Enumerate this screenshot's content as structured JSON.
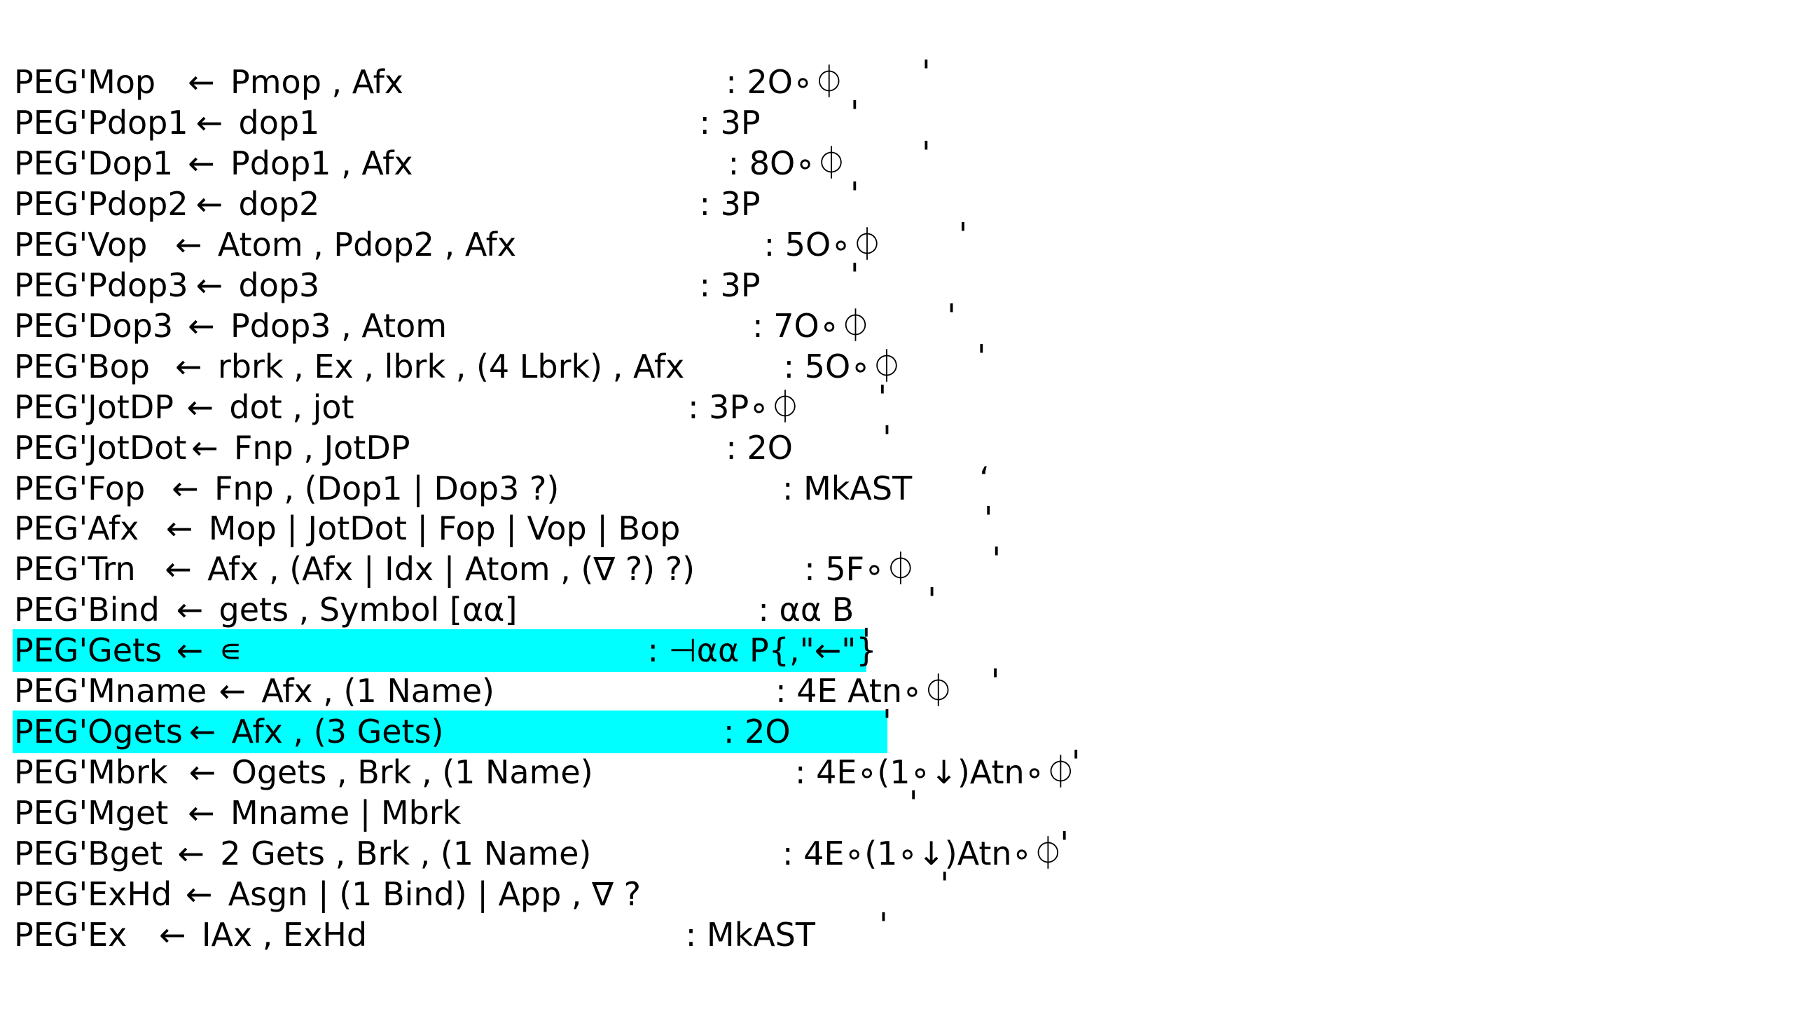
{
  "colors": {
    "background": "#ffffff",
    "text": "#000000",
    "highlight": "#00ffff"
  },
  "lines": [
    {
      "name": "PEG'Mop",
      "arrow": "←",
      "rhs": "Pmop , Afx",
      "action": ": 2O∘⏀",
      "tick": "'",
      "highlighted": false
    },
    {
      "name": "PEG'Pdop1",
      "arrow": "←",
      "rhs": "dop1",
      "action": ": 3P",
      "tick": "'",
      "highlighted": false
    },
    {
      "name": "PEG'Dop1",
      "arrow": "←",
      "rhs": "Pdop1 , Afx",
      "action": ": 8O∘⏀",
      "tick": "'",
      "highlighted": false
    },
    {
      "name": "PEG'Pdop2",
      "arrow": "←",
      "rhs": "dop2",
      "action": ": 3P",
      "tick": "'",
      "highlighted": false
    },
    {
      "name": "PEG'Vop",
      "arrow": "←",
      "rhs": "Atom , Pdop2 , Afx",
      "action": ": 5O∘⏀",
      "tick": "'",
      "highlighted": false
    },
    {
      "name": "PEG'Pdop3",
      "arrow": "←",
      "rhs": "dop3",
      "action": ": 3P",
      "tick": "'",
      "highlighted": false
    },
    {
      "name": "PEG'Dop3",
      "arrow": "←",
      "rhs": "Pdop3 , Atom",
      "action": ": 7O∘⏀",
      "tick": "'",
      "highlighted": false
    },
    {
      "name": "PEG'Bop",
      "arrow": "←",
      "rhs": "rbrk , Ex , lbrk , (4 Lbrk) , Afx",
      "action": ": 5O∘⏀",
      "tick": "'",
      "highlighted": false
    },
    {
      "name": "PEG'JotDP",
      "arrow": "←",
      "rhs": "dot , jot",
      "action": ": 3P∘⏀",
      "tick": "'",
      "highlighted": false
    },
    {
      "name": "PEG'JotDot",
      "arrow": "←",
      "rhs": "Fnp , JotDP",
      "action": ": 2O",
      "tick": "'",
      "highlighted": false
    },
    {
      "name": "PEG'Fop",
      "arrow": "←",
      "rhs": "Fnp , (Dop1 | Dop3 ?)",
      "action": ": MkAST",
      "tick": "‘",
      "highlighted": false
    },
    {
      "name": "PEG'Afx",
      "arrow": "←",
      "rhs": "Mop | JotDot | Fop | Vop | Bop",
      "action": "",
      "tick": "'",
      "highlighted": false
    },
    {
      "name": "PEG'Trn",
      "arrow": "←",
      "rhs": "Afx , (Afx | Idx | Atom , (∇ ?) ?)",
      "action": ": 5F∘⏀",
      "tick": "'",
      "highlighted": false
    },
    {
      "name": "PEG'Bind",
      "arrow": "←",
      "rhs": "gets , Symbol [αα]",
      "action": ": αα B",
      "tick": "'",
      "highlighted": false
    },
    {
      "name": "PEG'Gets",
      "arrow": "←",
      "rhs": "∊",
      "action": ": ⊣αα P{,\"←\"}",
      "tick": "'",
      "highlighted": true
    },
    {
      "name": "PEG'Mname",
      "arrow": "←",
      "rhs": "Afx , (1 Name)",
      "action": ": 4E Atn∘⏀",
      "tick": "'",
      "highlighted": false
    },
    {
      "name": "PEG'Ogets",
      "arrow": "←",
      "rhs": "Afx , (3 Gets)",
      "action": ": 2O",
      "tick": "'",
      "highlighted": true
    },
    {
      "name": "PEG'Mbrk",
      "arrow": "←",
      "rhs": "Ogets , Brk , (1 Name)",
      "action": ": 4E∘(1∘↓)Atn∘⏀",
      "tick": "'",
      "highlighted": false
    },
    {
      "name": "PEG'Mget",
      "arrow": "←",
      "rhs": "Mname | Mbrk",
      "action": "",
      "tick": "'",
      "highlighted": false
    },
    {
      "name": "PEG'Bget",
      "arrow": "←",
      "rhs": "2 Gets , Brk , (1 Name)",
      "action": ": 4E∘(1∘↓)Atn∘⏀",
      "tick": "'",
      "highlighted": false
    },
    {
      "name": "PEG'ExHd",
      "arrow": "←",
      "rhs": "Asgn | (1 Bind) | App , ∇ ?",
      "action": "",
      "tick": "'",
      "highlighted": false
    },
    {
      "name": "PEG'Ex",
      "arrow": "←",
      "rhs": "IAx , ExHd",
      "action": ": MkAST",
      "tick": "'",
      "highlighted": false
    }
  ]
}
